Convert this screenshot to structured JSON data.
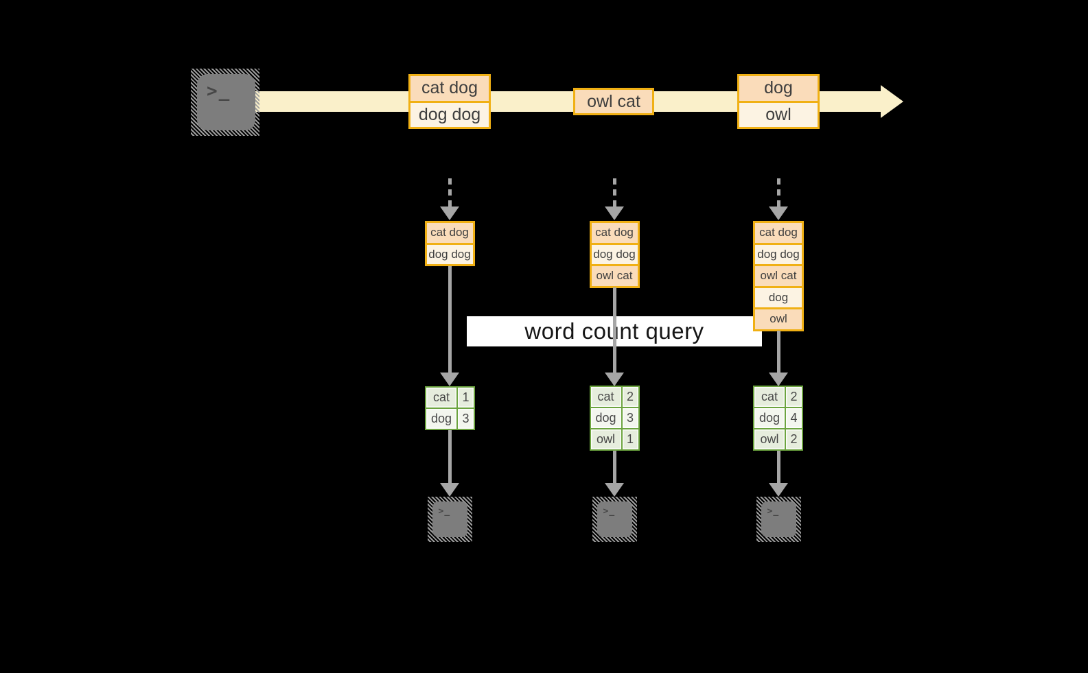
{
  "query_label": "word count query",
  "terminal_prompt": ">_",
  "stream_events": [
    {
      "rows": [
        "cat dog",
        "dog dog"
      ]
    },
    {
      "rows": [
        "owl cat"
      ]
    },
    {
      "rows": [
        "dog",
        "owl"
      ]
    }
  ],
  "columns": [
    {
      "state_rows": [
        "cat dog",
        "dog dog"
      ],
      "counts": [
        {
          "word": "cat",
          "count": 1
        },
        {
          "word": "dog",
          "count": 3
        }
      ]
    },
    {
      "state_rows": [
        "cat dog",
        "dog dog",
        "owl cat"
      ],
      "counts": [
        {
          "word": "cat",
          "count": 2
        },
        {
          "word": "dog",
          "count": 3
        },
        {
          "word": "owl",
          "count": 1
        }
      ]
    },
    {
      "state_rows": [
        "cat dog",
        "dog dog",
        "owl cat",
        "dog",
        "owl"
      ],
      "counts": [
        {
          "word": "cat",
          "count": 2
        },
        {
          "word": "dog",
          "count": 4
        },
        {
          "word": "owl",
          "count": 2
        }
      ]
    }
  ],
  "colors": {
    "background": "#000000",
    "stream_band": "#FAF0CA",
    "box_border": "#F0B014",
    "box_fill_peach": "#FADCBA",
    "box_fill_cream": "#FCF3E3",
    "table_border_green": "#6CA43F",
    "table_fill_dark": "#E6EDDD",
    "table_fill_light": "#F3F6EE",
    "arrow_gray": "#A6A6A6",
    "terminal_gray": "#7D7D7D",
    "query_band": "#FFFFFF"
  }
}
